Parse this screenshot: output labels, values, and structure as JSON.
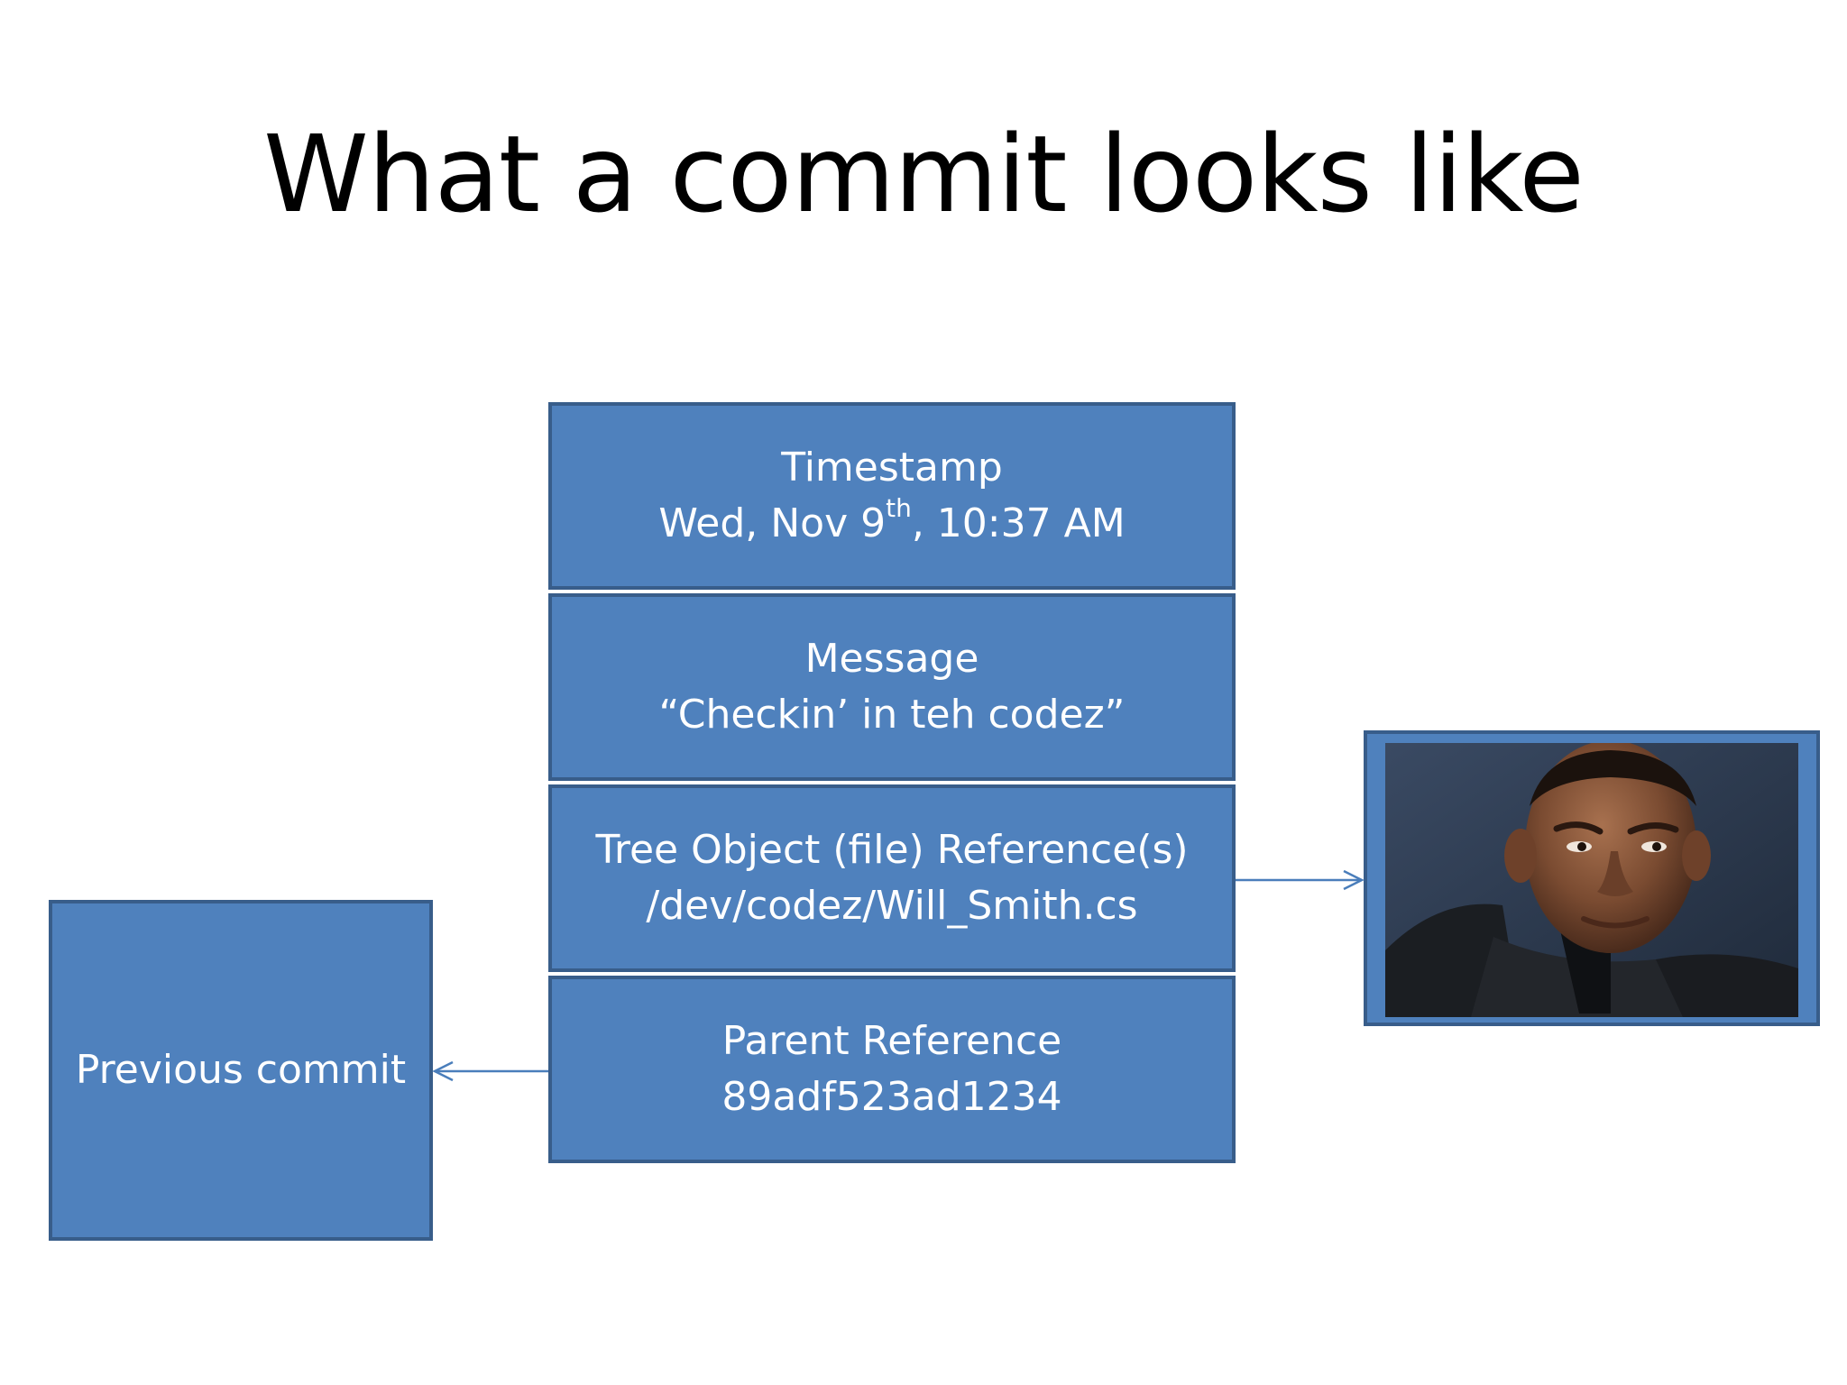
{
  "slide": {
    "title": "What a commit looks like"
  },
  "commit": {
    "cells": [
      {
        "label": "Timestamp",
        "value_main": "Wed, Nov 9",
        "value_sup": "th",
        "value_tail": ", 10:37 AM"
      },
      {
        "label": "Message",
        "value": "“Checkin’ in teh codez”"
      },
      {
        "label": "Tree Object (file) Reference(s)",
        "value": "/dev/codez/Will_Smith.cs"
      },
      {
        "label": "Parent Reference",
        "value": "89adf523ad1234"
      }
    ]
  },
  "previous_commit": {
    "label": "Previous commit"
  },
  "file_preview": {
    "icon": "person-photo"
  },
  "colors": {
    "box_fill": "#4f81bd",
    "box_border": "#385d8a",
    "arrow": "#4a7ebb"
  }
}
